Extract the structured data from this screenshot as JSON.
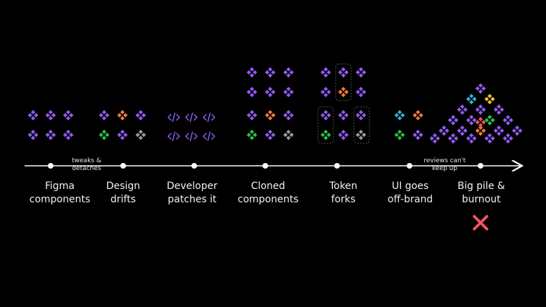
{
  "stages": [
    {
      "label1": "Figma",
      "label2": "components"
    },
    {
      "label1": "Design",
      "label2": "drifts"
    },
    {
      "label1": "Developer",
      "label2": "patches it"
    },
    {
      "label1": "Cloned",
      "label2": "components"
    },
    {
      "label1": "Token",
      "label2": "forks"
    },
    {
      "label1": "UI goes",
      "label2": "off-brand"
    },
    {
      "label1": "Big pile &",
      "label2": "burnout"
    }
  ],
  "notes": [
    {
      "line1": "tweaks &",
      "line2": "detaches"
    },
    {
      "line1": "reviews can't",
      "line2": "keep up"
    }
  ],
  "colors": {
    "purple": "#8f5cf2",
    "orange": "#f07a3d",
    "green": "#2fbf4a",
    "gray": "#9a9a9a",
    "cyan": "#2bb3d9",
    "yellow": "#f2c23a",
    "red": "#f0555a",
    "line": "#ffffff"
  },
  "icons": {
    "component": "component-diamond-icon",
    "code": "code-brackets-icon",
    "failure": "red-x-icon"
  }
}
